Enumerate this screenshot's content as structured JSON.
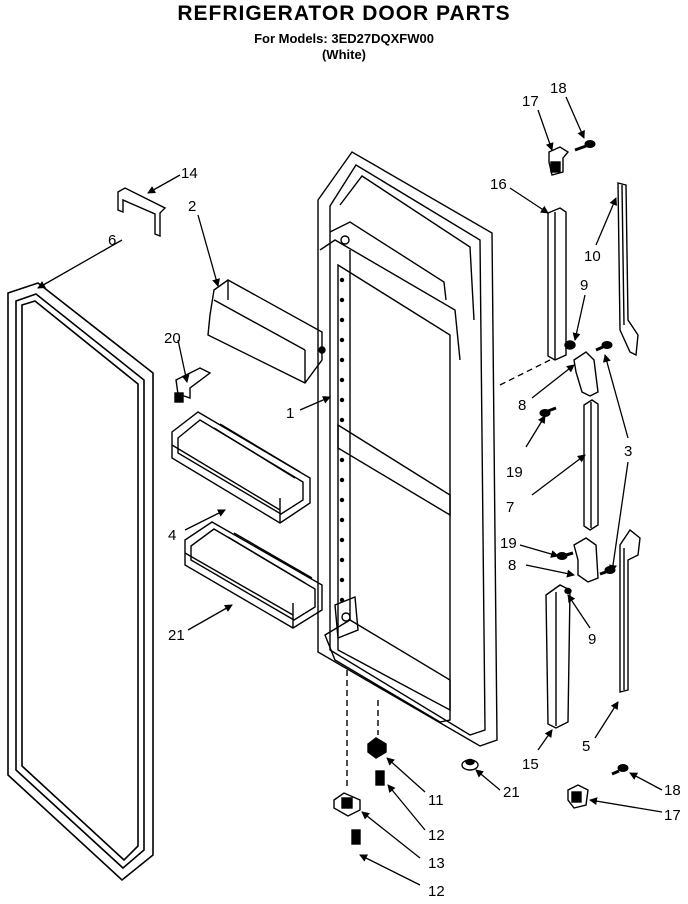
{
  "title": "REFRIGERATOR DOOR PARTS",
  "models_line": "For Models: 3ED27DQXFW00",
  "color_line": "(White)",
  "callouts": {
    "c14": "14",
    "c2": "2",
    "c6": "6",
    "c20": "20",
    "c1": "1",
    "c4": "4",
    "c21a": "21",
    "c18a": "18",
    "c17a": "17",
    "c16": "16",
    "c10": "10",
    "c9a": "9",
    "c8a": "8",
    "c3": "3",
    "c19a": "19",
    "c7": "7",
    "c19b": "19",
    "c8b": "8",
    "c9b": "9",
    "c15": "15",
    "c5": "5",
    "c21b": "21",
    "c11": "11",
    "c12a": "12",
    "c13": "13",
    "c12b": "12",
    "c18b": "18",
    "c17b": "17"
  }
}
